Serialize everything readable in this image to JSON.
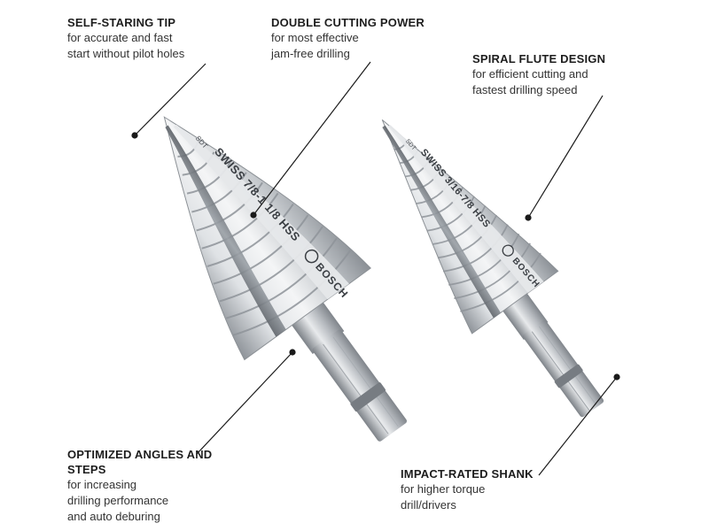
{
  "callouts": {
    "tip": {
      "title": "SELF-STARING TIP",
      "line1": "for accurate and fast",
      "line2": "start without pilot holes"
    },
    "double": {
      "title": "DOUBLE CUTTING POWER",
      "line1": "for most effective",
      "line2": "jam-free drilling"
    },
    "spiral": {
      "title": "SPIRAL FLUTE DESIGN",
      "line1": "for efficient cutting and",
      "line2": "fastest drilling speed"
    },
    "angles": {
      "title": "OPTIMIZED ANGLES AND STEPS",
      "line1": "for increasing",
      "line2": "drilling performance",
      "line3": "and auto deburing"
    },
    "shank": {
      "title": "IMPACT-RATED SHANK",
      "line1": "for higher torque",
      "line2": "drill/drivers"
    }
  },
  "bits": {
    "large": {
      "engraving": "SWISS 7/8-1 1/8 HSS",
      "brand": "BOSCH",
      "code": "SDT"
    },
    "small": {
      "engraving": "SWISS 3/16-7/8 HSS",
      "brand": "BOSCH",
      "code": "SDT"
    }
  },
  "colors": {
    "steel_light": "#e9ebed",
    "steel_mid": "#b9bdc2",
    "steel_dark": "#7a7f85",
    "leader": "#1a1a1a"
  }
}
